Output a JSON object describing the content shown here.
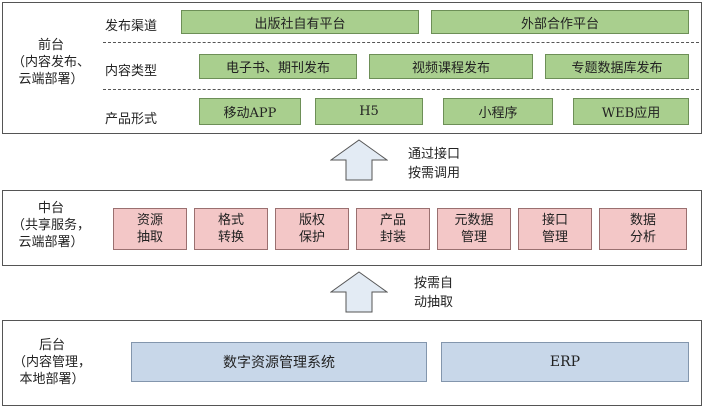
{
  "front": {
    "title": "前台\n（内容发布、\n云端部署）",
    "rows": [
      {
        "label": "发布渠道",
        "items": [
          "出版社自有平台",
          "外部合作平台"
        ]
      },
      {
        "label": "内容类型",
        "items": [
          "电子书、期刊发布",
          "视频课程发布",
          "专题数据库发布"
        ]
      },
      {
        "label": "产品形式",
        "items": [
          "移动APP",
          "H5",
          "小程序",
          "WEB应用"
        ]
      }
    ]
  },
  "arrow1": {
    "label": "通过接口\n按需调用"
  },
  "middle": {
    "title": "中台\n（共享服务，\n云端部署）",
    "items": [
      "资源\n抽取",
      "格式\n转换",
      "版权\n保护",
      "产品\n封装",
      "元数据\n管理",
      "接口\n管理",
      "数据\n分析"
    ]
  },
  "arrow2": {
    "label": "按需自\n动抽取"
  },
  "back": {
    "title": "后台\n（内容管理，\n本地部署）",
    "items": [
      "数字资源管理系统",
      "ERP"
    ]
  },
  "colors": {
    "front_box": "#a9cf8e",
    "middle_box": "#f3c7c7",
    "back_box": "#c8d7e9",
    "arrow": "#e3ebf4"
  }
}
